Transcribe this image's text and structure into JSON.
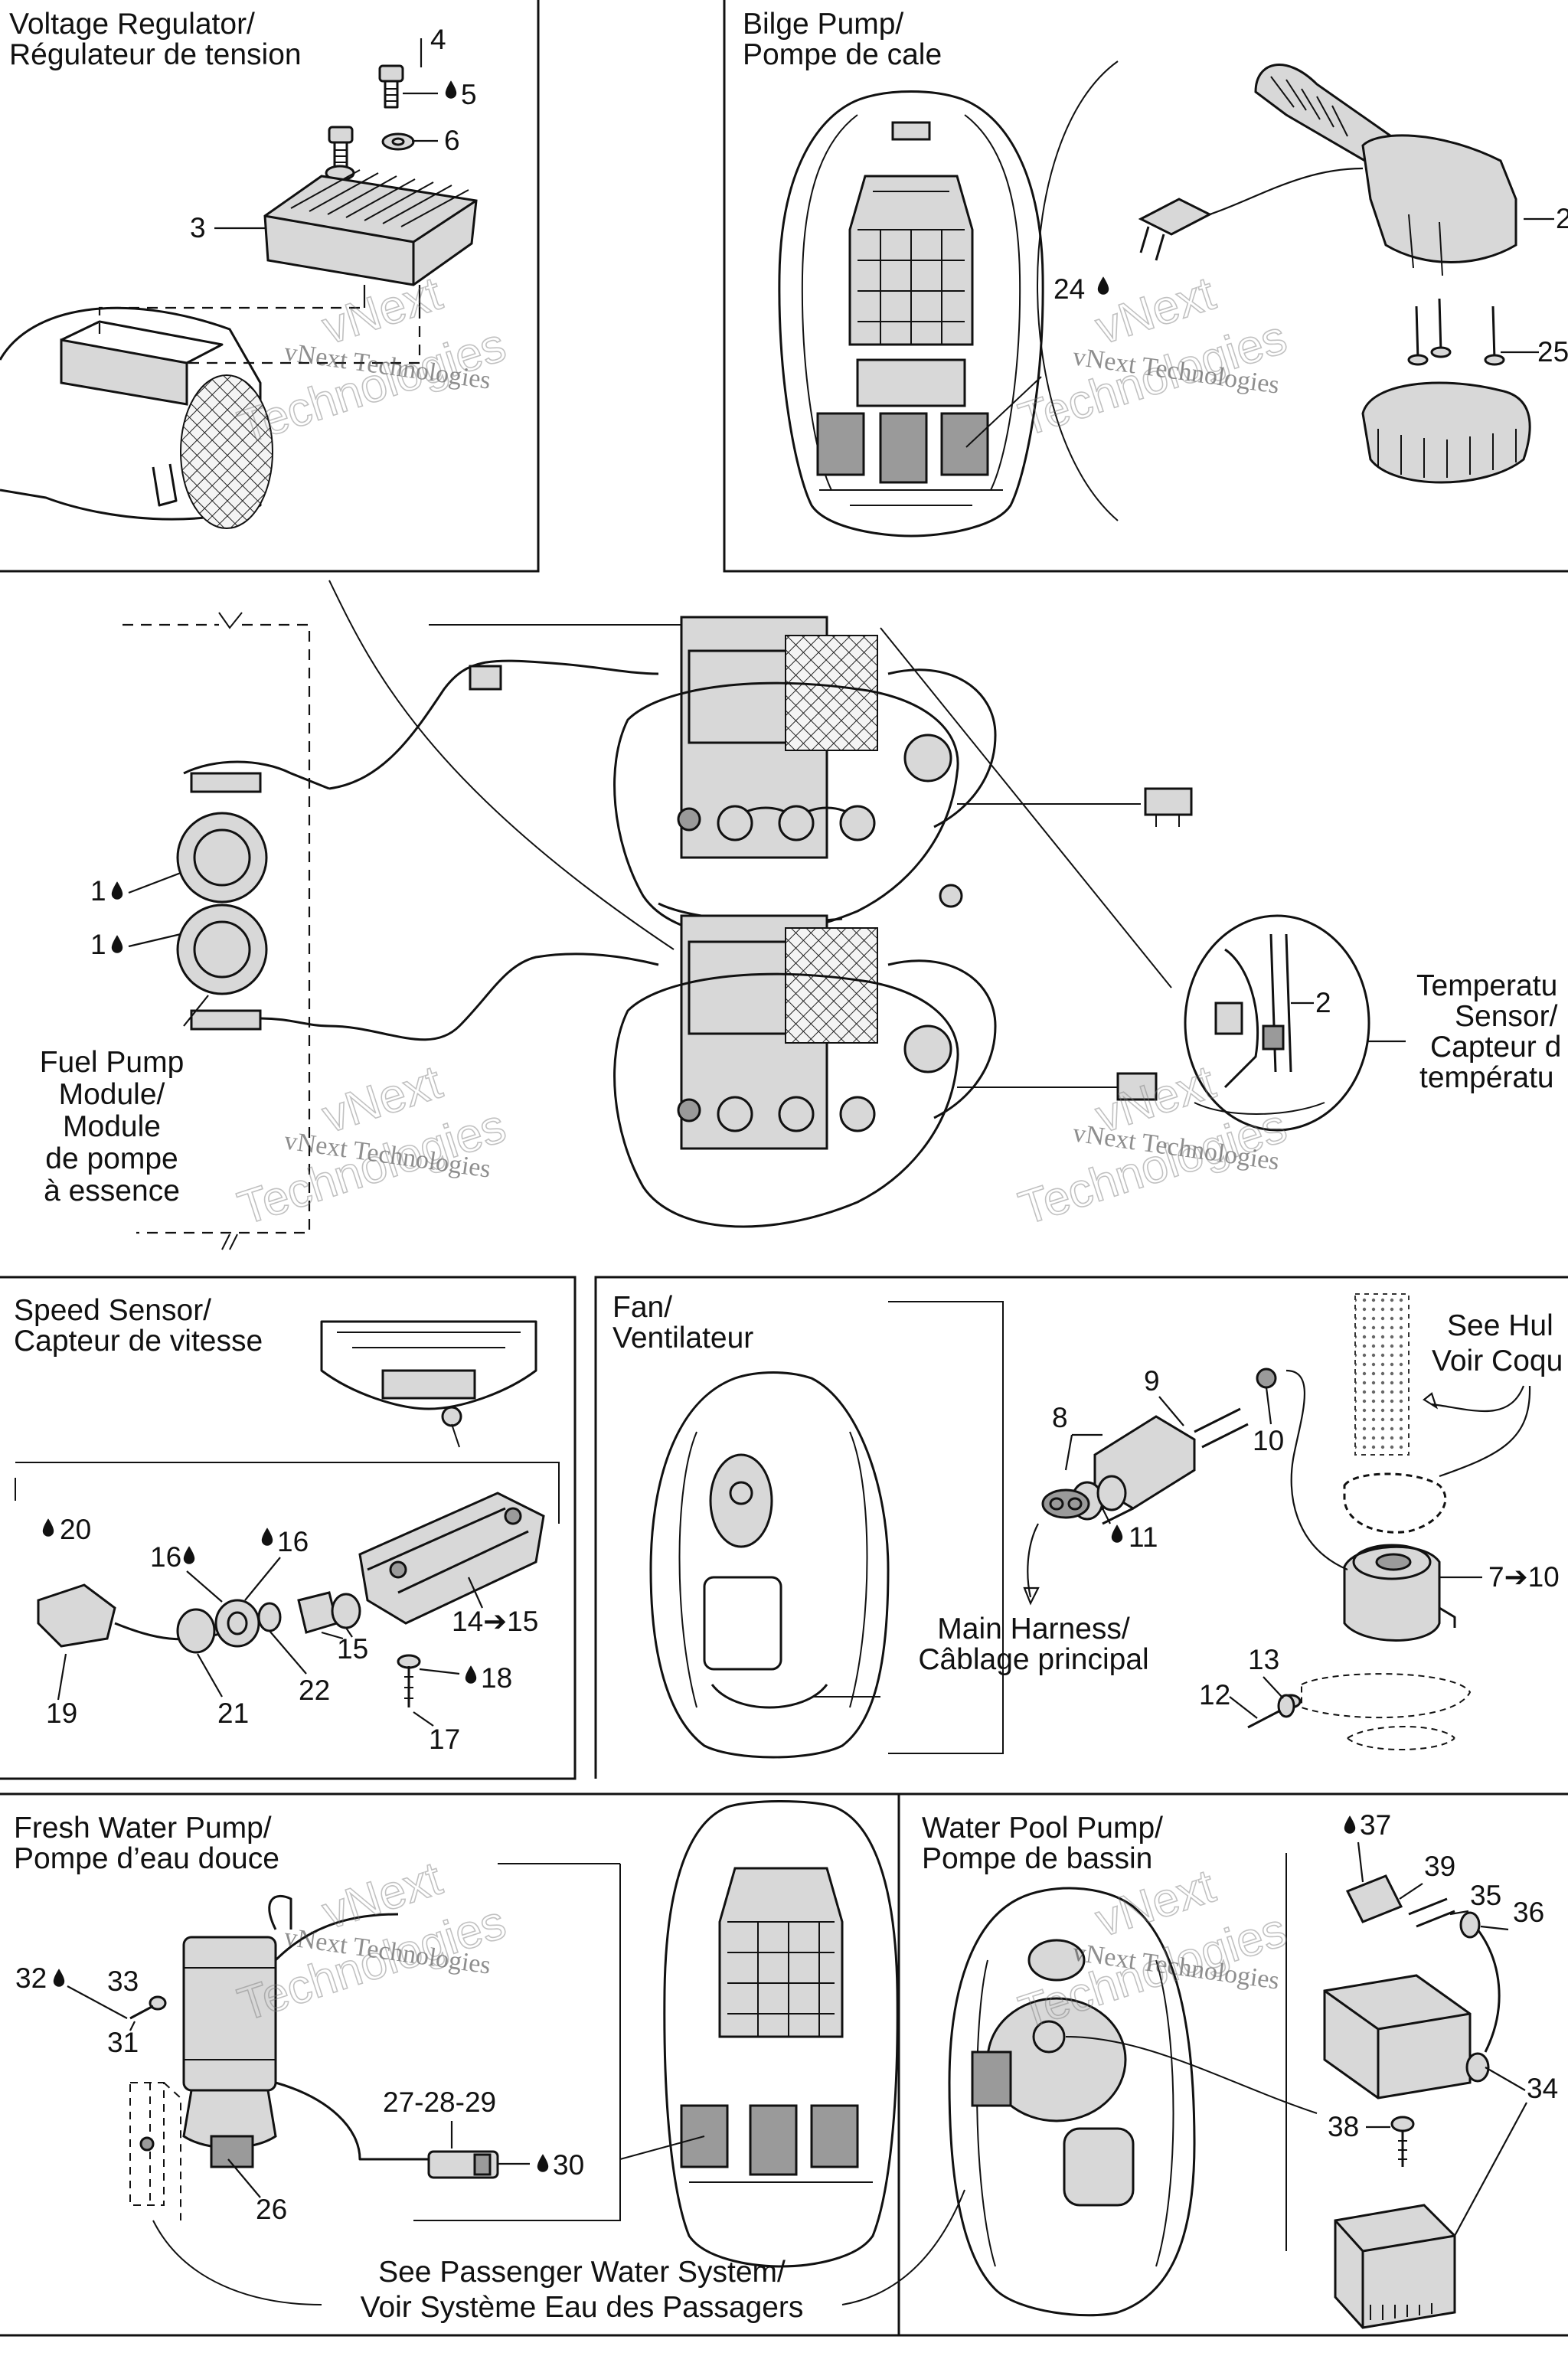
{
  "panels": {
    "voltage_regulator": {
      "title_en": "Voltage Regulator/",
      "title_fr": "Régulateur de tension",
      "callouts": [
        "4",
        "5",
        "6",
        "3"
      ]
    },
    "bilge_pump": {
      "title_en": "Bilge Pump/",
      "title_fr": "Pompe de cale",
      "callouts": [
        "24",
        "2",
        "25"
      ]
    },
    "main_diagram": {
      "fuel_pump_label": [
        "Fuel Pump",
        "Module/",
        "Module",
        "de pompe",
        "à essence"
      ],
      "temperature_label": [
        "Temperatu",
        "Sensor/",
        "Capteur d",
        "températu"
      ],
      "callouts": [
        "1",
        "1",
        "2"
      ]
    },
    "speed_sensor": {
      "title_en": "Speed Sensor/",
      "title_fr": "Capteur de vitesse",
      "callouts": [
        "20",
        "16",
        "16",
        "19",
        "21",
        "22",
        "15",
        "14➔15",
        "18",
        "17"
      ]
    },
    "fan": {
      "title_en": "Fan/",
      "title_fr": "Ventilateur",
      "see_hull": [
        "See Hul",
        "Voir Coqu"
      ],
      "main_harness": [
        "Main Harness/",
        "Câblage principal"
      ],
      "callouts": [
        "9",
        "8",
        "10",
        "11",
        "7➔10",
        "13",
        "12"
      ]
    },
    "fresh_water_pump": {
      "title_en": "Fresh Water Pump/",
      "title_fr": "Pompe d’eau douce",
      "passenger_note": [
        "See Passenger Water System/",
        "Voir Système Eau des Passagers"
      ],
      "callouts": [
        "32",
        "33",
        "31",
        "27-28-29",
        "30",
        "26"
      ]
    },
    "water_pool_pump": {
      "title_en": "Water Pool Pump/",
      "title_fr": "Pompe de bassin",
      "callouts": [
        "37",
        "39",
        "35",
        "36",
        "38",
        "34"
      ]
    }
  },
  "watermark": {
    "line1": "vNext Technologies",
    "line2": "vNext",
    "line3": "Technologies"
  },
  "icons": {
    "drop": "oil-drop-icon",
    "arrow": "right-arrow-icon"
  }
}
